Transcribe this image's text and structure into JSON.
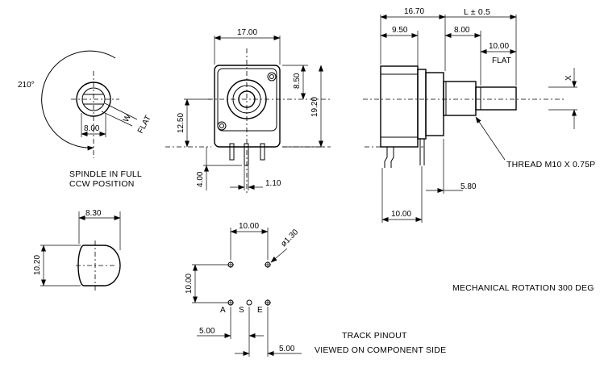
{
  "view_spindle": {
    "angle_label": "210°",
    "width_label": "8.00",
    "w_label": "W",
    "flat_label": "FLAT",
    "caption_line1": "SPINDLE IN FULL",
    "caption_line2": "CCW POSITION"
  },
  "view_shaft_end": {
    "width_label": "8.30",
    "height_label": "10.20"
  },
  "view_front": {
    "width_label": "17.00",
    "dim_850": "8.50",
    "dim_1920": "19.20",
    "dim_1250": "12.50",
    "dim_400": "4.00",
    "dim_110": "1.10"
  },
  "view_side": {
    "dim_1670": "16.70",
    "dim_l": "L ± 0.5",
    "dim_950": "9.50",
    "dim_800": "8.00",
    "dim_1000": "10.00",
    "flat_label": "FLAT",
    "x_label": "X",
    "thread_label": "THREAD M10 X 0.75P",
    "dim_580": "5.80",
    "dim_1000_bottom": "10.00"
  },
  "pinout": {
    "dim_top": "10.00",
    "dim_left": "10.00",
    "hole_label": "ø1.30",
    "pin_a": "A",
    "pin_s": "S",
    "pin_e": "E",
    "dim_500_a": "5.00",
    "dim_500_b": "5.00",
    "caption_line1": "TRACK PINOUT",
    "caption_line2": "VIEWED ON COMPONENT SIDE"
  },
  "notes": {
    "rotation": "MECHANICAL ROTATION 300 DEG"
  }
}
